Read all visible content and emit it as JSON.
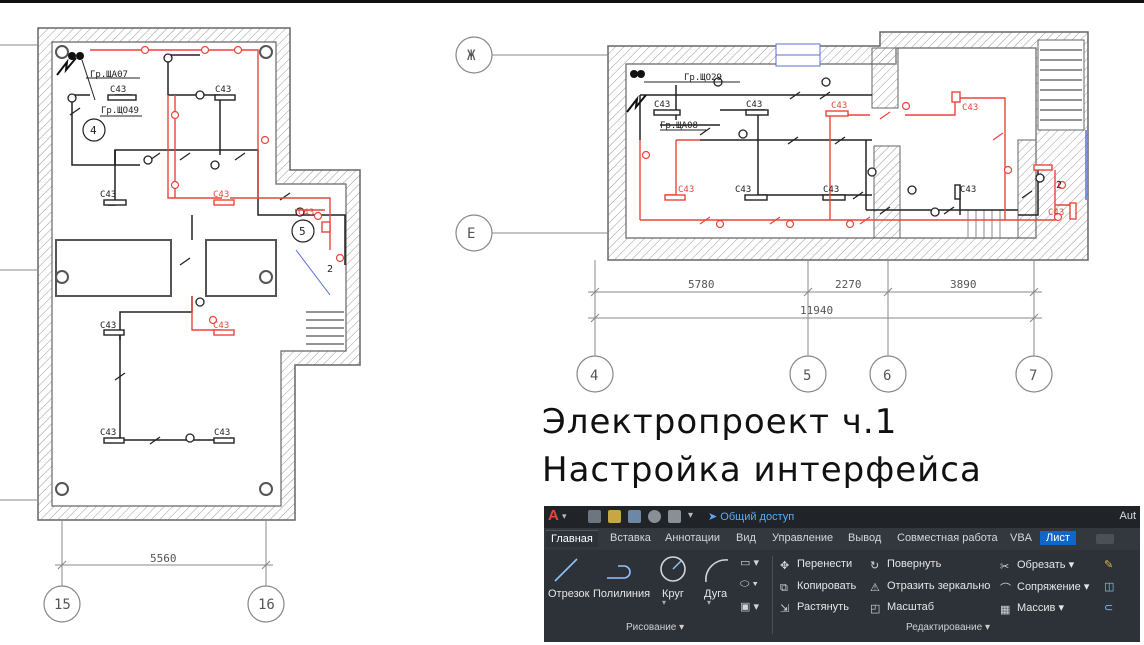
{
  "drawing": {
    "panel_labels": [
      "Гр.ЩА07",
      "Гр.ЩО49",
      "Гр.ЩО29",
      "Гр.ЩА08"
    ],
    "fixture_label": "С43",
    "grid_axes": {
      "left_bottom": [
        "15",
        "16"
      ],
      "right_bottom": [
        "4",
        "5",
        "6",
        "7"
      ],
      "right_side": [
        "Ж",
        "Е"
      ]
    },
    "room_markers": [
      "4",
      "5"
    ],
    "stair_marks": [
      "2",
      "2"
    ],
    "dimensions": {
      "left_width": "5560",
      "segments": [
        "5780",
        "2270",
        "3890"
      ],
      "total": "11940"
    }
  },
  "title": {
    "line1": "Электропроект ч.1",
    "line2": "Настройка интерфейса"
  },
  "ribbon": {
    "app_name": "Aut",
    "share_label": "Общий доступ",
    "tabs": [
      "Главная",
      "Вставка",
      "Аннотации",
      "Вид",
      "Управление",
      "Вывод",
      "Совместная работа",
      "VBA",
      "Лист"
    ],
    "draw_tools": [
      "Отрезок",
      "Полилиния",
      "Круг",
      "Дуга"
    ],
    "draw_group": "Рисование ▾",
    "modify_tools": {
      "col1": [
        "Перенести",
        "Копировать",
        "Растянуть"
      ],
      "col2": [
        "Повернуть",
        "Отразить зеркально",
        "Масштаб"
      ],
      "col3": [
        "Обрезать ▾",
        "Сопряжение ▾",
        "Массив ▾"
      ]
    },
    "modify_group": "Редактирование ▾",
    "accent_color": "#1166c9"
  }
}
